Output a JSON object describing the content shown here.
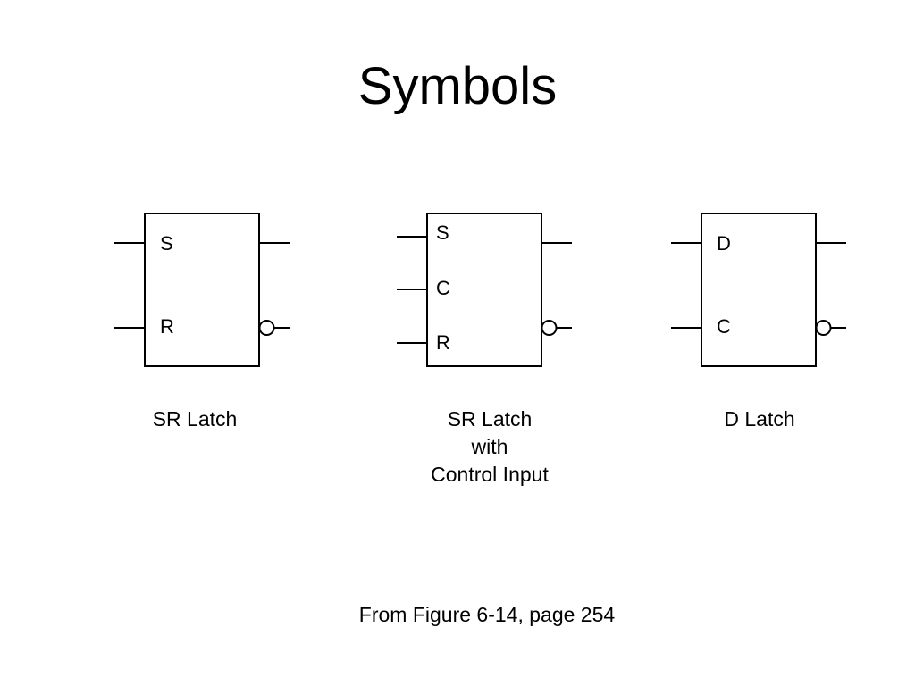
{
  "slide": {
    "title": "Symbols",
    "source": "From Figure 6-14, page 254"
  },
  "latches": [
    {
      "pins": [
        "S",
        "R"
      ],
      "caption": [
        "SR Latch"
      ]
    },
    {
      "pins": [
        "S",
        "C",
        "R"
      ],
      "caption": [
        "SR Latch",
        "with",
        "Control Input"
      ]
    },
    {
      "pins": [
        "D",
        "C"
      ],
      "caption": [
        "D Latch"
      ]
    }
  ]
}
